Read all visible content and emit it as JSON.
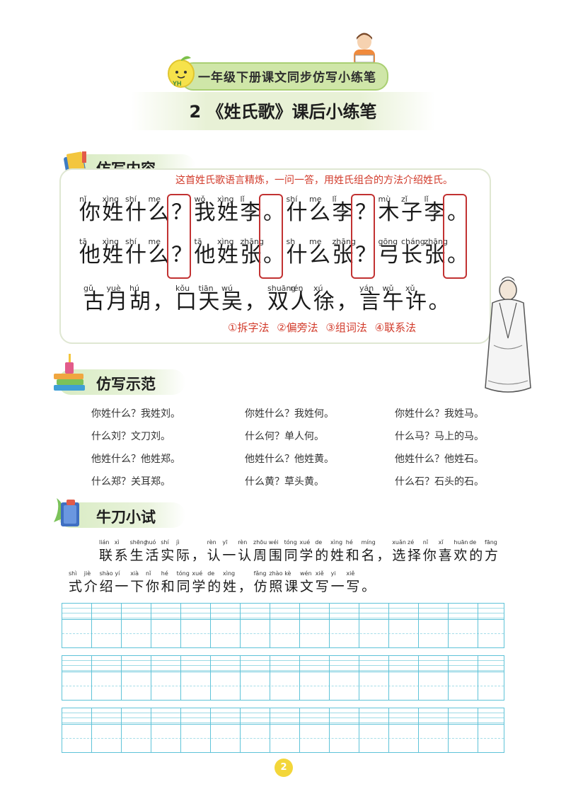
{
  "header": {
    "banner": "一年级下册课文同步仿写小练笔",
    "lesson_title": "2 《姓氏歌》课后小练笔",
    "logo_letters": "YH"
  },
  "section_imitate": {
    "label": "仿写内容",
    "intro": "这首姓氏歌语言精炼，一问一答，用姓氏组合的方法介绍姓氏。",
    "lines": [
      {
        "pinyin": [
          "nǐ",
          "xìng",
          "shí",
          "me",
          "wǒ",
          "xìng",
          "lǐ",
          "shí",
          "me",
          "lǐ",
          "mù",
          "zǐ",
          "lǐ"
        ],
        "text": "你姓什么？我姓李。什么李？木子李。"
      },
      {
        "pinyin": [
          "tā",
          "xìng",
          "shí",
          "me",
          "tā",
          "xìng",
          "zhāng",
          "sh",
          "me",
          "zhāng",
          "gōng",
          "cháng",
          "zhāng"
        ],
        "text": "他姓什么？他姓张。什么张？弓长张。"
      },
      {
        "pinyin": [
          "gǔ",
          "yuè",
          "hú",
          "kǒu",
          "tiān",
          "wú",
          "shuāng",
          "rén",
          "xú",
          "yán",
          "wǔ",
          "xǔ"
        ],
        "text": "古月胡，口天吴，双人徐，言午许。"
      }
    ],
    "methods": "①拆字法 ②偏旁法 ③组词法 ④联系法"
  },
  "section_example": {
    "label": "仿写示范",
    "columns": [
      [
        "你姓什么？我姓刘。",
        "什么刘？文刀刘。",
        "他姓什么？他姓郑。",
        "什么郑？关耳郑。"
      ],
      [
        "你姓什么？我姓何。",
        "什么何？单人何。",
        "他姓什么？他姓黄。",
        "什么黄？草头黄。"
      ],
      [
        "你姓什么？我姓马。",
        "什么马？马上的马。",
        "他姓什么？他姓石。",
        "什么石？石头的石。"
      ]
    ]
  },
  "section_task": {
    "label": "牛刀小试",
    "line1_text": "联系生活实际，认一认周围同学的姓和名，选择你喜欢的方",
    "line1_pinyin": [
      "lián",
      "xì",
      "shēng",
      "huó",
      "shí",
      "jì",
      "rèn",
      "yī",
      "rèn",
      "zhōu",
      "wéi",
      "tóng",
      "xué",
      "de",
      "xìng",
      "hé",
      "míng",
      "xuǎn",
      "zé",
      "nǐ",
      "xǐ",
      "huān",
      "de",
      "fāng"
    ],
    "line2_text": "式介绍一下你和同学的姓，仿照课文写一写。",
    "line2_pinyin": [
      "shì",
      "jiè",
      "shào",
      "yí",
      "xià",
      "nǐ",
      "hé",
      "tóng",
      "xué",
      "de",
      "xìng",
      "fǎng",
      "zhào",
      "kè",
      "wén",
      "xiě",
      "yi",
      "xiě"
    ]
  },
  "page_number": "2"
}
